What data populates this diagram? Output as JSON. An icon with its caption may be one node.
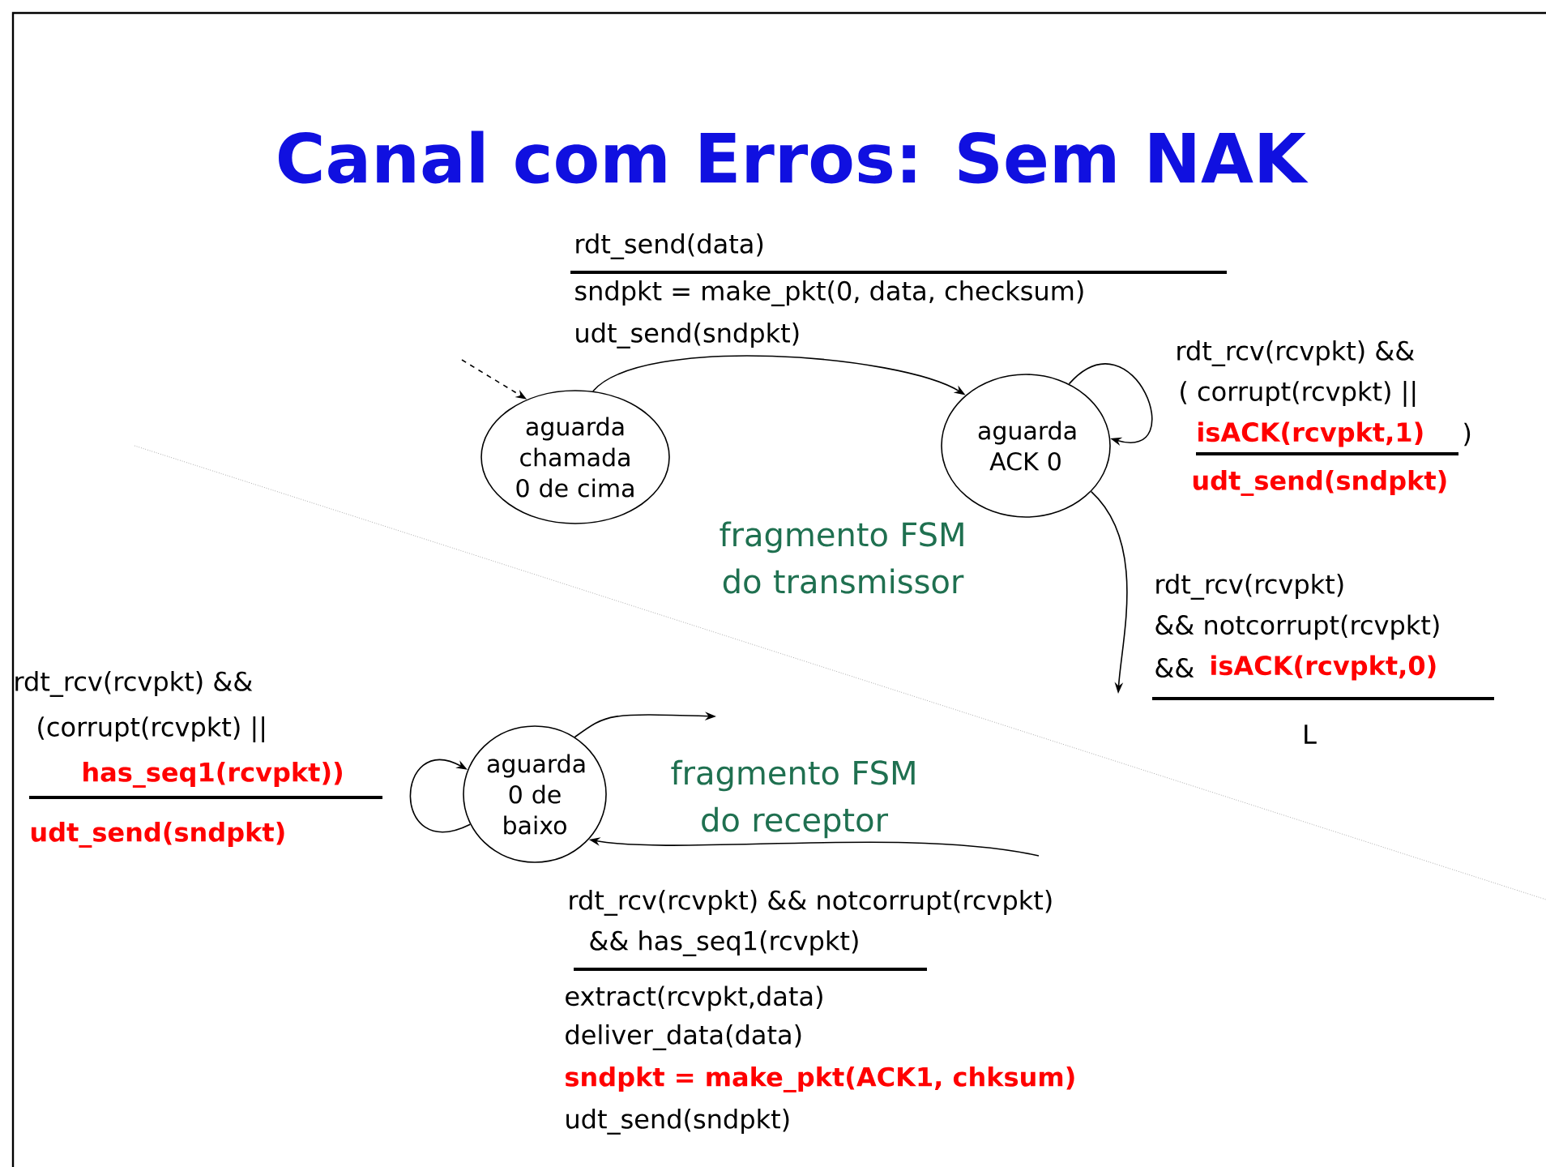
{
  "diagram": {
    "title": "Canal com Erros: Sem NAK",
    "nodes": [
      {
        "text": [
          "aguarda chamada 0 de cima"
        ]
      },
      {
        "text": [
          "aguarda ACK 0"
        ]
      },
      {
        "text": [
          "aguarda 0 de baixo"
        ]
      }
    ],
    "edges": [
      {
        "from": null,
        "to": 0,
        "arrow": "to",
        "style": "dashed"
      },
      {
        "from": 0,
        "to": 1,
        "arrow": "to"
      },
      {
        "from": 1,
        "to": 1,
        "arrow": "to"
      },
      {
        "from": 1,
        "to": null,
        "arrow": "to"
      },
      {
        "from": 2,
        "to": 2,
        "arrow": "to"
      },
      {
        "from": 2,
        "to": null,
        "arrow": "to"
      },
      {
        "from": null,
        "to": 2,
        "arrow": "to"
      }
    ],
    "labels": [
      "rdt_send(data)",
      "sndpkt = make_pkt(0, data, checksum)",
      "udt_send(sndpkt)",
      "rdt_rcv(rcvpkt) &&",
      "( corrupt(rcvpkt) ||",
      "isACK(rcvpkt,1)",
      ")",
      "udt_send(sndpkt)",
      "fragmento FSM do transmissor",
      "rdt_rcv(rcvpkt)",
      "&& notcorrupt(rcvpkt)",
      "&&",
      "isACK(rcvpkt,0)",
      "L",
      "rdt_rcv(rcvpkt) &&",
      "(corrupt(rcvpkt) ||",
      "has_seq1(rcvpkt))",
      "udt_send(sndpkt)",
      "fragmento FSM do receptor",
      "rdt_rcv(rcvpkt) && notcorrupt(rcvpkt)",
      "&& has_seq1(rcvpkt)",
      "extract(rcvpkt,data)",
      "deliver_data(data)",
      "sndpkt = make_pkt(ACK1, chksum)",
      "udt_send(sndpkt)"
    ]
  }
}
